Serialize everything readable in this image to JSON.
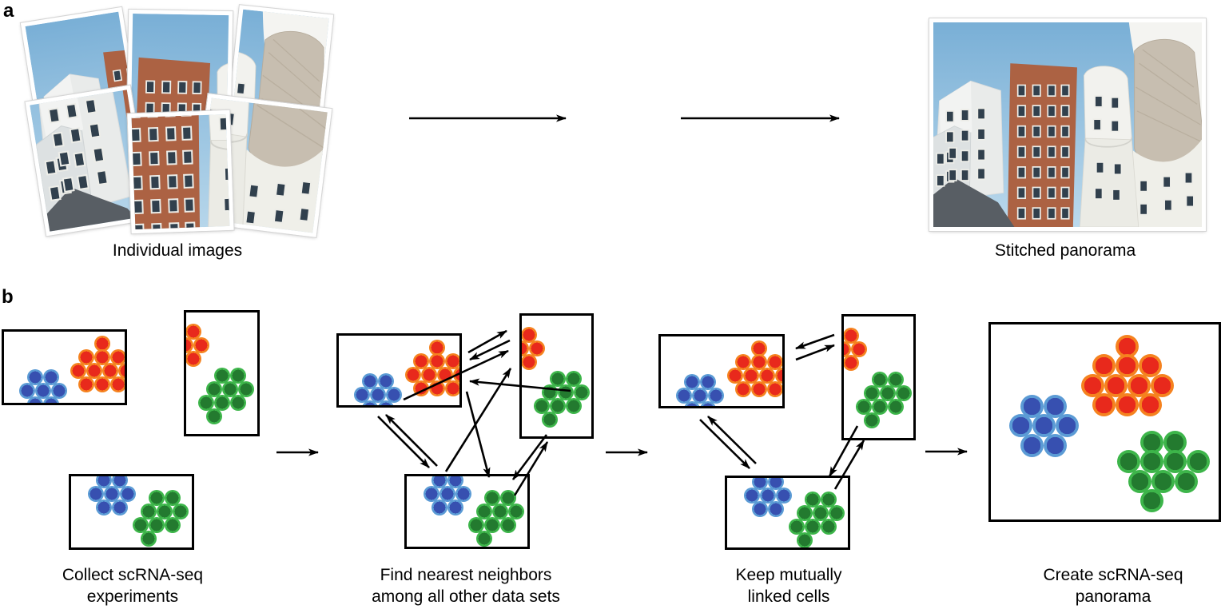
{
  "figure": {
    "panel_a": {
      "label": "a",
      "left_caption": "Individual images",
      "right_caption": "Stitched panorama"
    },
    "panel_b": {
      "label": "b",
      "steps": [
        {
          "caption1": "Collect scRNA-seq",
          "caption2": "experiments"
        },
        {
          "caption1": "Find nearest neighbors",
          "caption2": "among all other data sets"
        },
        {
          "caption1": "Keep mutually",
          "caption2": "linked cells"
        },
        {
          "caption1": "Create scRNA-seq",
          "caption2": "panorama"
        }
      ]
    }
  },
  "colors": {
    "arrow": "#000000",
    "box_border": "#000000",
    "cell_orange_outer": "#F5821F",
    "cell_orange_inner": "#E8291C",
    "cell_blue_outer": "#5B9BD5",
    "cell_blue_inner": "#3750B0",
    "cell_green_outer": "#3DB54A",
    "cell_green_inner": "#237A2F",
    "sky_top": "#79AFD6",
    "sky_bottom": "#BBD9EC",
    "brick": "#AC6243"
  }
}
